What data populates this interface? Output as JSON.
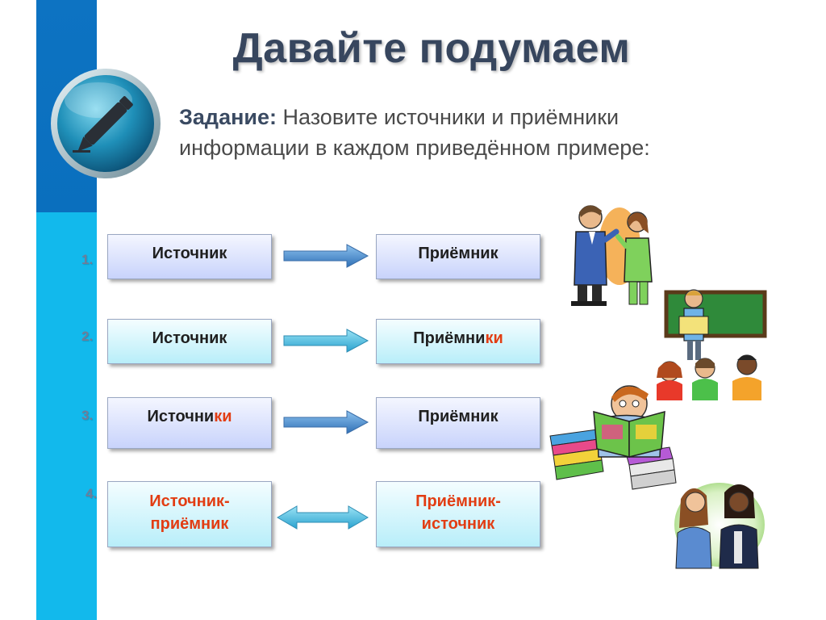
{
  "title": "Давайте подумаем",
  "task": {
    "label": "Задание:",
    "line1": "Назовите источники и приёмники",
    "line2": "информации в каждом приведённом примере:"
  },
  "rows": [
    {
      "number": "1.",
      "left": {
        "base": "Источник",
        "suffix": ""
      },
      "right": {
        "base": "Приёмник",
        "suffix": ""
      },
      "arrow": "right"
    },
    {
      "number": "2.",
      "left": {
        "base": "Источник",
        "suffix": ""
      },
      "right": {
        "base": "Приёмни",
        "suffix": "ки"
      },
      "arrow": "right"
    },
    {
      "number": "3.",
      "left": {
        "base": "Источни",
        "suffix": "ки"
      },
      "right": {
        "base": "Приёмник",
        "suffix": ""
      },
      "arrow": "right"
    },
    {
      "number": "4.",
      "left": {
        "line1": "Источник-",
        "line2": "приёмник"
      },
      "right": {
        "line1": "Приёмник-",
        "line2": "источник"
      },
      "arrow": "both"
    }
  ],
  "colors": {
    "title": "#37465e",
    "accent_red": "#e23d13",
    "sidebar_dark": "#0d73c2",
    "sidebar_light": "#12b9ec",
    "arrow": "#3b7fc4"
  },
  "icons": {
    "badge": "pencil-icon",
    "row1_picture": "two-people-talking-icon",
    "row2_picture": "teacher-and-pupils-icon",
    "row3_picture": "boy-reading-books-icon",
    "row4_picture": "two-girls-talking-icon"
  }
}
